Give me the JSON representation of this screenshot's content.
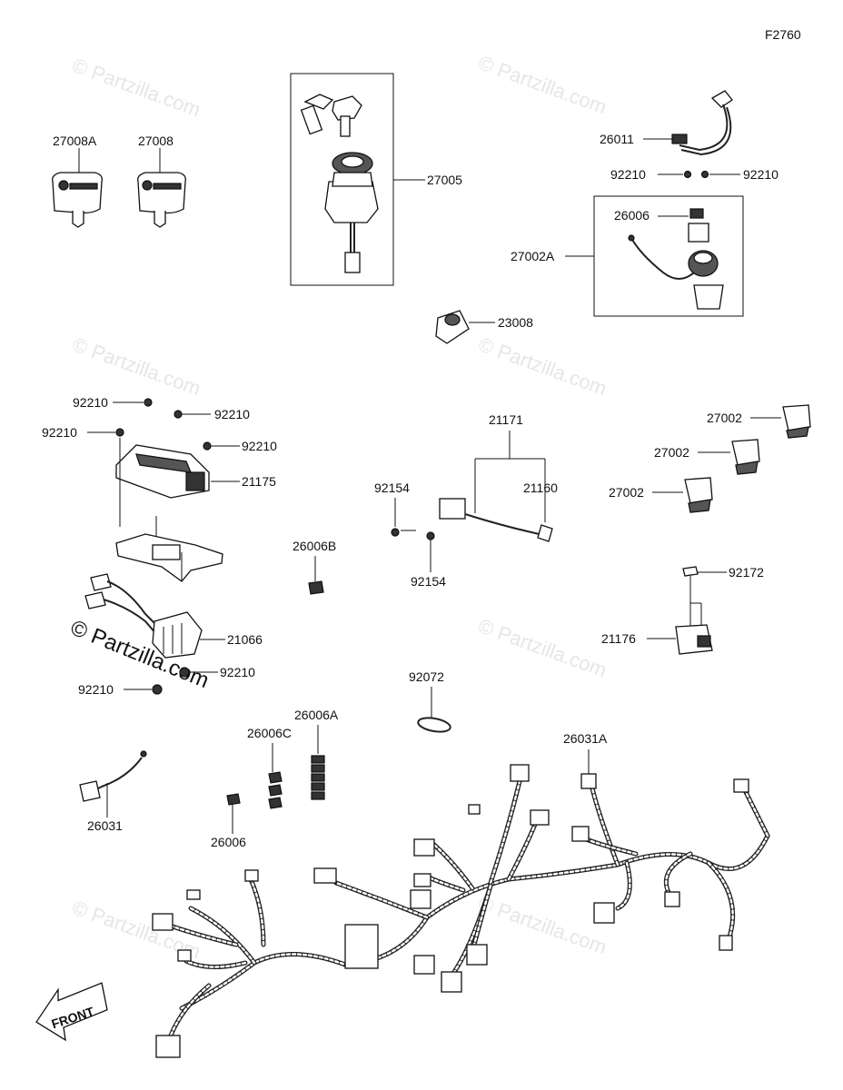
{
  "figure_id": "F2760",
  "watermark": {
    "text": "© Partzilla.com"
  },
  "labels": {
    "p27008a": "27008A",
    "p27008": "27008",
    "p27005": "27005",
    "p26011": "26011",
    "p92210_a": "92210",
    "p92210_b": "92210",
    "p26006": "26006",
    "p27002a": "27002A",
    "p23008": "23008",
    "p92210_c": "92210",
    "p92210_d": "92210",
    "p92210_e": "92210",
    "p92210_f": "92210",
    "p21175": "21175",
    "p21171": "21171",
    "p92154_a": "92154",
    "p21160": "21160",
    "p92154_b": "92154",
    "p27002_a": "27002",
    "p27002_b": "27002",
    "p27002_c": "27002",
    "p26006b": "26006B",
    "p92172": "92172",
    "p21066": "21066",
    "p92210_g": "92210",
    "p92210_h": "92210",
    "p21176": "21176",
    "p92072": "92072",
    "p26006a": "26006A",
    "p26006c": "26006C",
    "p26031a": "26031A",
    "p26031": "26031",
    "p26006_b": "26006"
  },
  "front_arrow": {
    "text": "FRONT"
  }
}
